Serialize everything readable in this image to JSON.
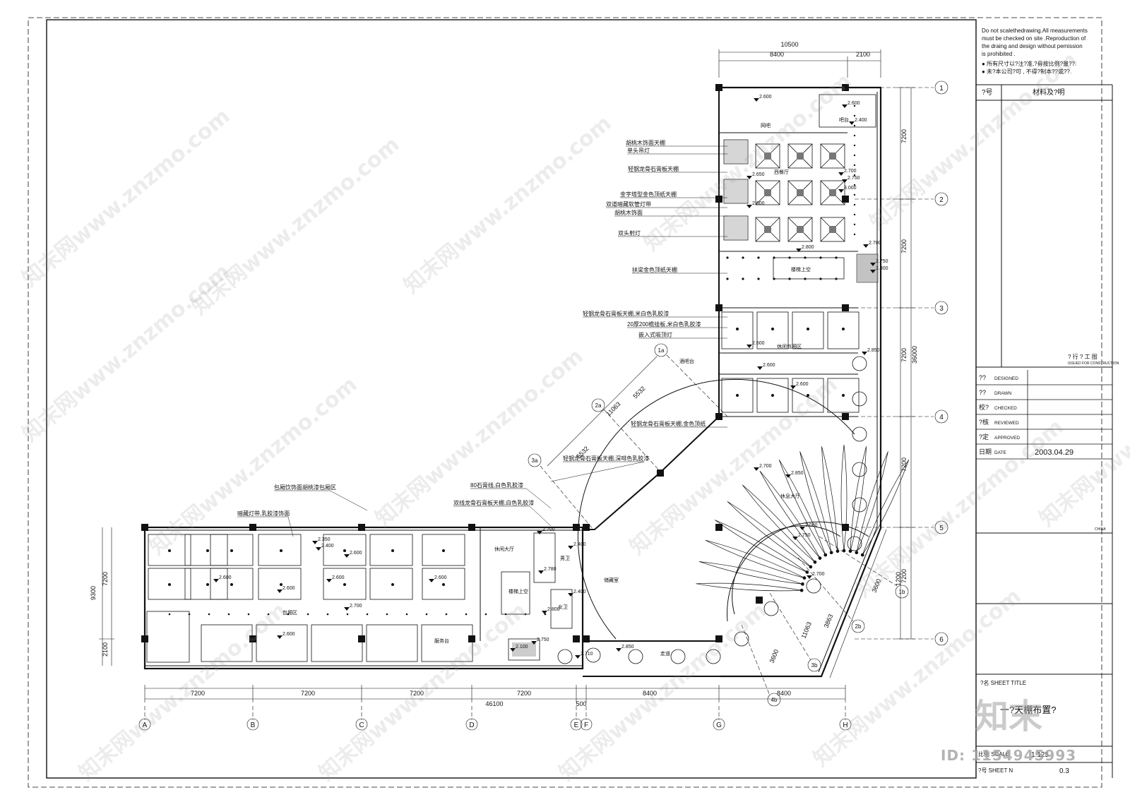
{
  "title_block": {
    "notice_en": [
      "Do not scalethedrawing.All measurements",
      "must be checked on site .Reproduction of",
      "the draing and design without pemission",
      "is prohibited ."
    ],
    "notice_cn": [
      "● 所有尺寸以?注?准,?毋按比例?量??.",
      "● 未?本公司?可    ,  不得?制本??或??."
    ],
    "col_no": "?号",
    "col_material": "材料及?明",
    "issue_cn": "?  行  ?  工  图",
    "issue_en": "ISSUED FOR CONSTRUCTION",
    "rows": [
      {
        "cn": "??",
        "en": "DESIGNED",
        "value": ""
      },
      {
        "cn": "??",
        "en": "DRAWN",
        "value": ""
      },
      {
        "cn": "校?",
        "en": "CHECKED",
        "value": ""
      },
      {
        "cn": "?核",
        "en": "REVIEWED",
        "value": ""
      },
      {
        "cn": "?定",
        "en": "APPROVED",
        "value": ""
      },
      {
        "cn": "日期",
        "en": "DATE",
        "value": "2003.04.29"
      }
    ],
    "country": "CHINA",
    "sheet_title_label": "?名  SHEET TITLE",
    "sheet_title": "一?天棚布置?",
    "scale_label": "比例  SCALE",
    "scale_value": "1:125",
    "sheet_no_label": "?号  SHEET N",
    "sheet_no_value": "0.3"
  },
  "grid": {
    "columns": [
      "A",
      "B",
      "C",
      "D",
      "E",
      "F",
      "G",
      "H"
    ],
    "rows": [
      "1",
      "2",
      "3",
      "4",
      "5",
      "6"
    ],
    "diag": [
      "1a",
      "2a",
      "3a",
      "1b",
      "2b",
      "3b",
      "4b"
    ]
  },
  "dims": {
    "top_total": "10500",
    "top_a": "8400",
    "top_b": "2100",
    "right_total": "36000",
    "right_seg": [
      "7200",
      "7200",
      "7200",
      "7200",
      "7200"
    ],
    "bottom_total": "46100",
    "bottom_seg": [
      "7200",
      "7200",
      "7200",
      "7200",
      "8400",
      "8400"
    ],
    "bottom_ef": "500",
    "left_total": "9300",
    "left_a": "7200",
    "left_b": "2100",
    "diag_a": "5532",
    "diag_b": "11063",
    "diag_c": "3600",
    "diag_d": "3863",
    "diag_e": "11063",
    "diag_f": "3600",
    "diag_g": "3600",
    "bend": "1200"
  },
  "callouts": [
    "胡桃木饰面天棚",
    "单头吊灯",
    "轻钢龙骨石膏板天棚",
    "金字塔型金色顶纸天棚",
    "双道暗藏软管灯带",
    "胡桃木饰面",
    "双头射灯",
    "扶梁金色顶纸天棚",
    "轻钢龙骨石膏板天棚,米白色乳胶漆",
    "20厚200檐挂板,米白色乳胶漆",
    "嵌入式吸顶灯",
    "轻钢龙骨石膏板天棚,金色顶纸",
    "轻钢龙骨石膏板天棚,深啡色乳胶漆",
    "80石膏线,白色乳胶漆",
    "双线龙骨石膏板天棚,白色乳胶漆",
    "包厢饮饰面胡桃漆包厢区",
    "暗藏灯带,乳胶漆饰面"
  ],
  "rooms": [
    "网吧",
    "吧台",
    "西餐厅",
    "楼梯上空",
    "休闲包厢区",
    "酒吧台",
    "休息大厅",
    "储藏室",
    "男卫",
    "女卫",
    "楼梯上空",
    "包厢区",
    "服务台",
    "走道",
    "休闲大厅"
  ],
  "levels": [
    "2.600",
    "2.600",
    "2.400",
    "2.700",
    "2.750",
    "3.000",
    "2.650",
    "2.600",
    "2.800",
    "2.700",
    "2.750",
    "2.800",
    "2.600",
    "2.850",
    "2.600",
    "2.600",
    "2.700",
    "2.850",
    "3.000",
    "2.750",
    "2.700",
    "2.350",
    "2.400",
    "2.600",
    "2.600",
    "2.600",
    "2.600",
    "2.600",
    "2.700",
    "2.600",
    "2.700",
    "2.400",
    "2.780",
    "2.400",
    "2.800",
    "2.750",
    "2.100",
    "2.710",
    "2.850"
  ],
  "watermarks": [
    "知末网www.znzmo.com"
  ],
  "logo": "知末",
  "id_tag": "ID: 1154945993",
  "colors": {
    "line": "#111111",
    "watermark": "#aaaaaa"
  }
}
